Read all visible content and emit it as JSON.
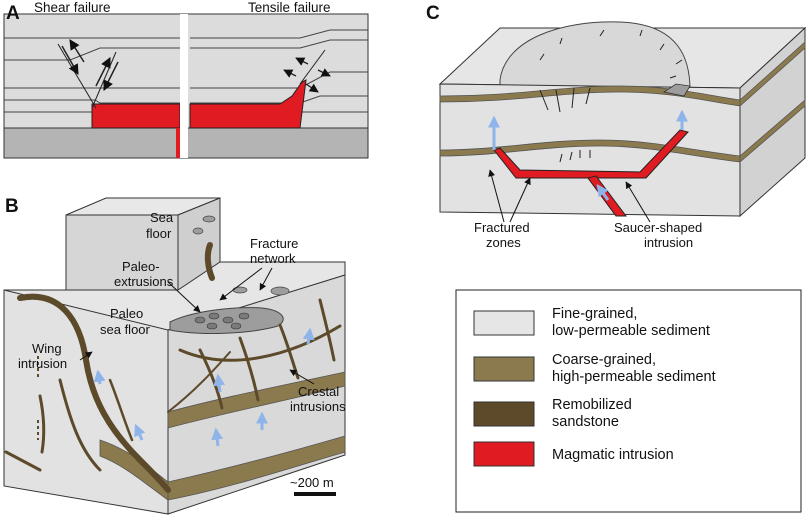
{
  "panels": {
    "a": {
      "letter": "A",
      "shear_label": "Shear failure",
      "tensile_label": "Tensile failure"
    },
    "b": {
      "letter": "B",
      "sea_floor": [
        "Sea",
        "floor"
      ],
      "paleo_extrusions": [
        "Paleo-",
        "extrusions"
      ],
      "fracture_network": [
        "Fracture",
        "network"
      ],
      "paleo_sea_floor": [
        "Paleo",
        "sea floor"
      ],
      "wing_intrusion": [
        "Wing",
        "intrusion"
      ],
      "crestal_intrusions": [
        "Crestal",
        "intrusions"
      ],
      "scale_bar": "~200 m"
    },
    "c": {
      "letter": "C",
      "fractured_zones": [
        "Fractured",
        "zones"
      ],
      "saucer_intrusion": [
        "Saucer-shaped",
        "intrusion"
      ]
    }
  },
  "legend": {
    "items": [
      {
        "lines": [
          "Fine-grained,",
          "low-permeable sediment"
        ],
        "color": "#e6e6e6"
      },
      {
        "lines": [
          "Coarse-grained,",
          "high-permeable sediment"
        ],
        "color": "#8c7a4f"
      },
      {
        "lines": [
          "Remobilized",
          "sandstone"
        ],
        "color": "#5c4a2a"
      },
      {
        "lines": [
          "Magmatic intrusion"
        ],
        "color": "#e11b22"
      }
    ]
  },
  "colors": {
    "fine": "#e6e6e6",
    "coarse": "#8c7a4f",
    "remobilized": "#5c4a2a",
    "magma": "#e11b22",
    "fluid_arrow": "#8fb4ea",
    "basement": "#b4b4b4"
  }
}
